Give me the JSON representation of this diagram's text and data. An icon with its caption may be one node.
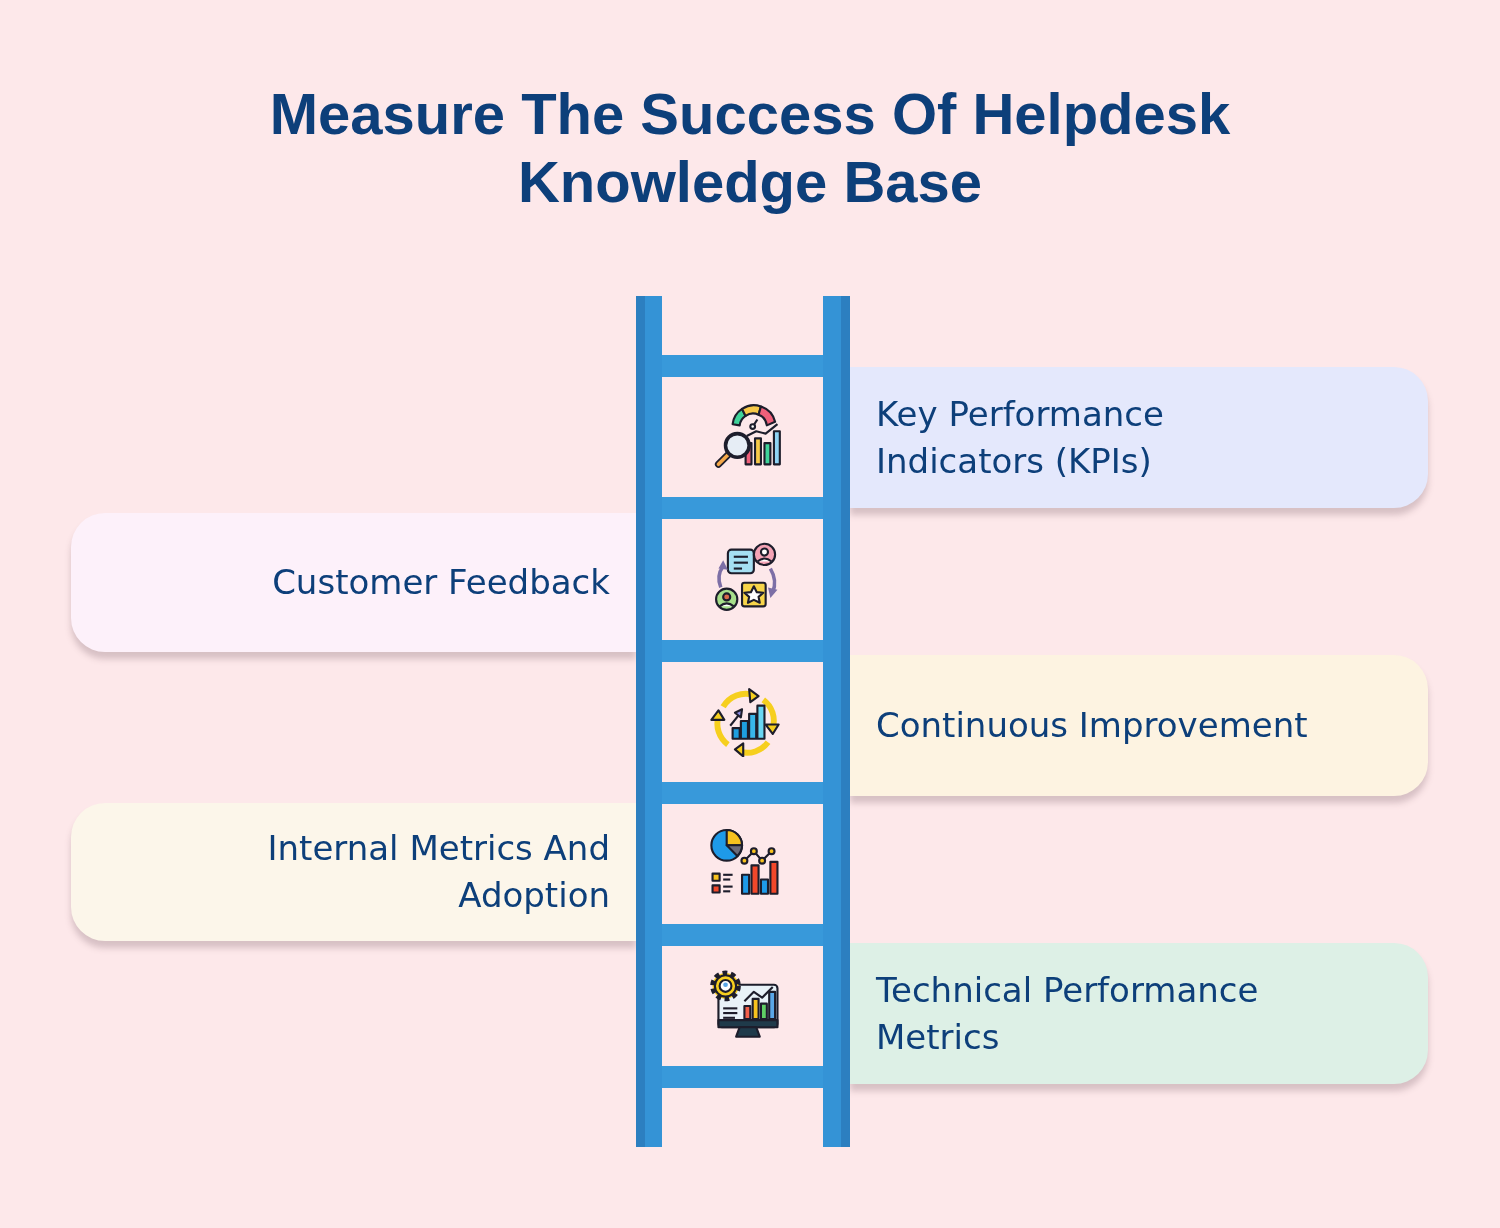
{
  "diagram": {
    "title": "Measure The Success Of Helpdesk Knowledge Base",
    "nodes": [
      {
        "text": [
          "Key Performance Indicators (KPIs)"
        ]
      },
      {
        "text": [
          "Customer Feedback"
        ]
      },
      {
        "text": [
          "Continuous Improvement"
        ]
      },
      {
        "text": [
          "Internal Metrics And Adoption"
        ]
      },
      {
        "text": [
          "Technical Performance Metrics"
        ]
      }
    ]
  }
}
